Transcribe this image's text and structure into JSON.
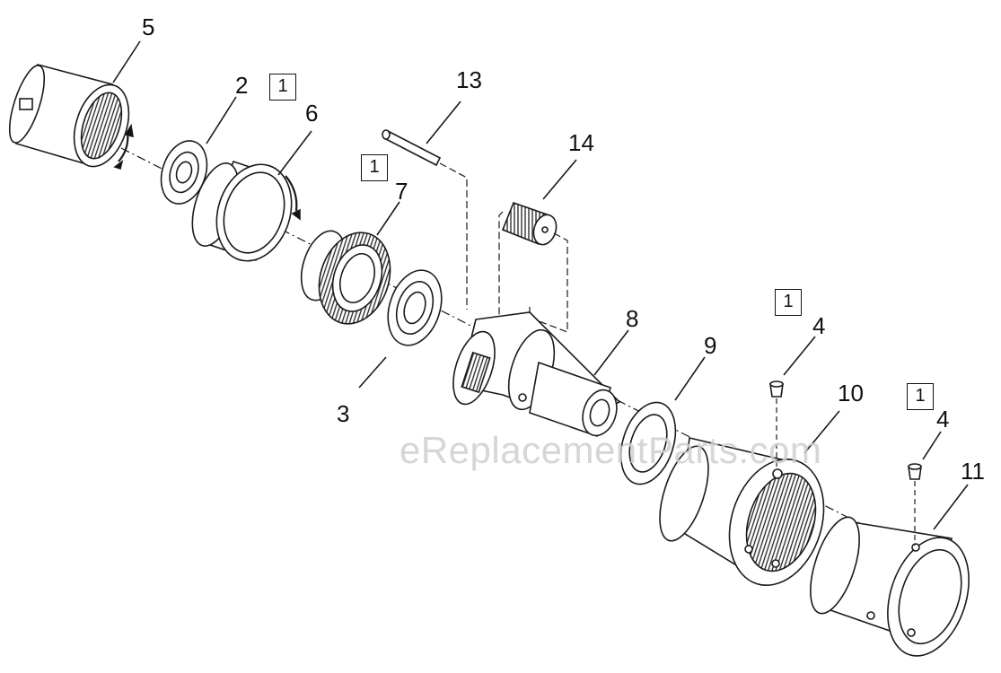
{
  "callouts": {
    "p2": "2",
    "p3": "3",
    "p4a": "4",
    "p4b": "4",
    "p5": "5",
    "p6": "6",
    "p7": "7",
    "p8": "8",
    "p9": "9",
    "p10": "10",
    "p11": "11",
    "p13": "13",
    "p14": "14"
  },
  "notes": {
    "n1a": "1",
    "n1b": "1",
    "n1c": "1",
    "n1d": "1"
  },
  "watermark": "eReplacementParts.com"
}
